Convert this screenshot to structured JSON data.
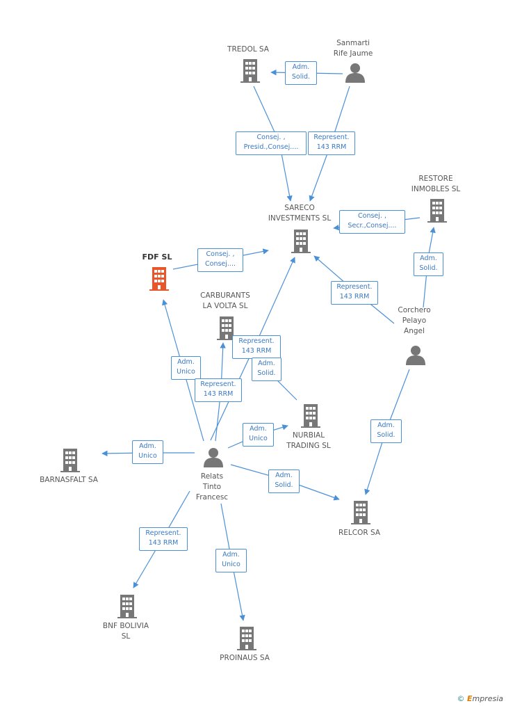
{
  "colors": {
    "edge": "#4a90d9",
    "company": "#777777",
    "focus": "#e8562a",
    "person": "#777777"
  },
  "nodes": {
    "tredol": {
      "line1": "TREDOL SA",
      "line2": "",
      "line3": "",
      "icon": "building-icon"
    },
    "sanmarti": {
      "line1": "Sanmarti",
      "line2": "Rife Jaume",
      "line3": "",
      "icon": "person-icon"
    },
    "sareco": {
      "line1": "SARECO",
      "line2": "INVESTMENTS SL",
      "line3": "",
      "icon": "building-icon"
    },
    "restore": {
      "line1": "RESTORE",
      "line2": "INMOBLES SL",
      "line3": "",
      "icon": "building-icon"
    },
    "fdf": {
      "line1": "FDF SL",
      "line2": "",
      "line3": "",
      "icon": "building-icon-highlighted"
    },
    "carburants": {
      "line1": "CARBURANTS",
      "line2": "LA VOLTA SL",
      "line3": "",
      "icon": "building-icon"
    },
    "corchero": {
      "line1": "Corchero",
      "line2": "Pelayo",
      "line3": "Angel",
      "icon": "person-icon"
    },
    "nurbial": {
      "line1": "NURBIAL",
      "line2": "TRADING SL",
      "line3": "",
      "icon": "building-icon"
    },
    "barnasfalt": {
      "line1": "BARNASFALT SA",
      "line2": "",
      "line3": "",
      "icon": "building-icon"
    },
    "relats": {
      "line1": "Relats",
      "line2": "Tinto",
      "line3": "Francesc",
      "icon": "person-icon"
    },
    "relcor": {
      "line1": "RELCOR SA",
      "line2": "",
      "line3": "",
      "icon": "building-icon"
    },
    "bnf": {
      "line1": "BNF BOLIVIA",
      "line2": "SL",
      "line3": "",
      "icon": "building-icon"
    },
    "proinaus": {
      "line1": "PROINAUS SA",
      "line2": "",
      "line3": "",
      "icon": "building-icon"
    }
  },
  "edges": {
    "sanmarti_tredol": {
      "line1": "Adm.",
      "line2": "Solid."
    },
    "tredol_sareco": {
      "line1": "Consej. ,",
      "line2": "Presid.,Consej...."
    },
    "sanmarti_sareco": {
      "line1": "Represent.",
      "line2": "143 RRM"
    },
    "restore_sareco": {
      "line1": "Consej. ,",
      "line2": "Secr.,Consej...."
    },
    "fdf_sareco": {
      "line1": "Consej. ,",
      "line2": "Consej...."
    },
    "corchero_restore": {
      "line1": "Adm.",
      "line2": "Solid."
    },
    "corchero_sareco": {
      "line1": "Represent.",
      "line2": "143 RRM"
    },
    "relats_sareco": {
      "line1": "Represent.",
      "line2": "143 RRM"
    },
    "nurbial_carburants": {
      "line1": "Adm.",
      "line2": "Solid."
    },
    "relats_fdf": {
      "line1": "Adm.",
      "line2": "Unico"
    },
    "relats_carburants": {
      "line1": "Represent.",
      "line2": "143 RRM"
    },
    "relats_nurbial": {
      "line1": "Adm.",
      "line2": "Unico"
    },
    "corchero_relcor": {
      "line1": "Adm.",
      "line2": "Solid."
    },
    "relats_barnasfalt": {
      "line1": "Adm.",
      "line2": "Unico"
    },
    "relats_relcor": {
      "line1": "Adm.",
      "line2": "Solid."
    },
    "relats_bnf": {
      "line1": "Represent.",
      "line2": "143 RRM"
    },
    "relats_proinaus": {
      "line1": "Adm.",
      "line2": "Unico"
    }
  },
  "footer": {
    "symbol": "©",
    "brand_initial": "E",
    "brand_rest": "mpresia"
  }
}
